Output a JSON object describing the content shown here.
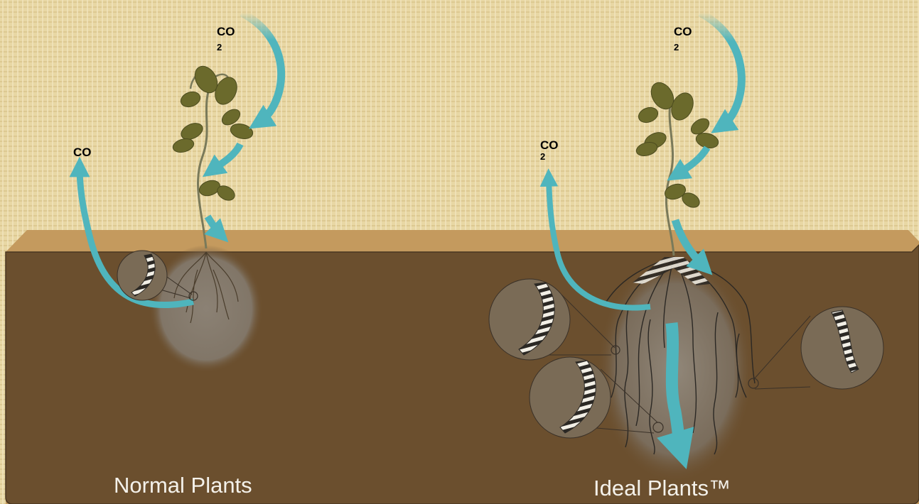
{
  "labels": {
    "co2_left_in": {
      "main": "CO",
      "sub": "2"
    },
    "co2_left_out": {
      "main": "CO"
    },
    "co2_right_in": {
      "main": "CO",
      "sub": "2"
    },
    "co2_right_out": {
      "main": "CO",
      "sub": "2"
    }
  },
  "titles": {
    "normal": "Normal Plants",
    "ideal": "Ideal Plants™"
  },
  "colors": {
    "arrow": "#4fb5bd",
    "leaf": "#6b6a2c",
    "soil": "#6b4f2e",
    "soil_top": "#c49a5e",
    "background": "#e9d9a8"
  }
}
